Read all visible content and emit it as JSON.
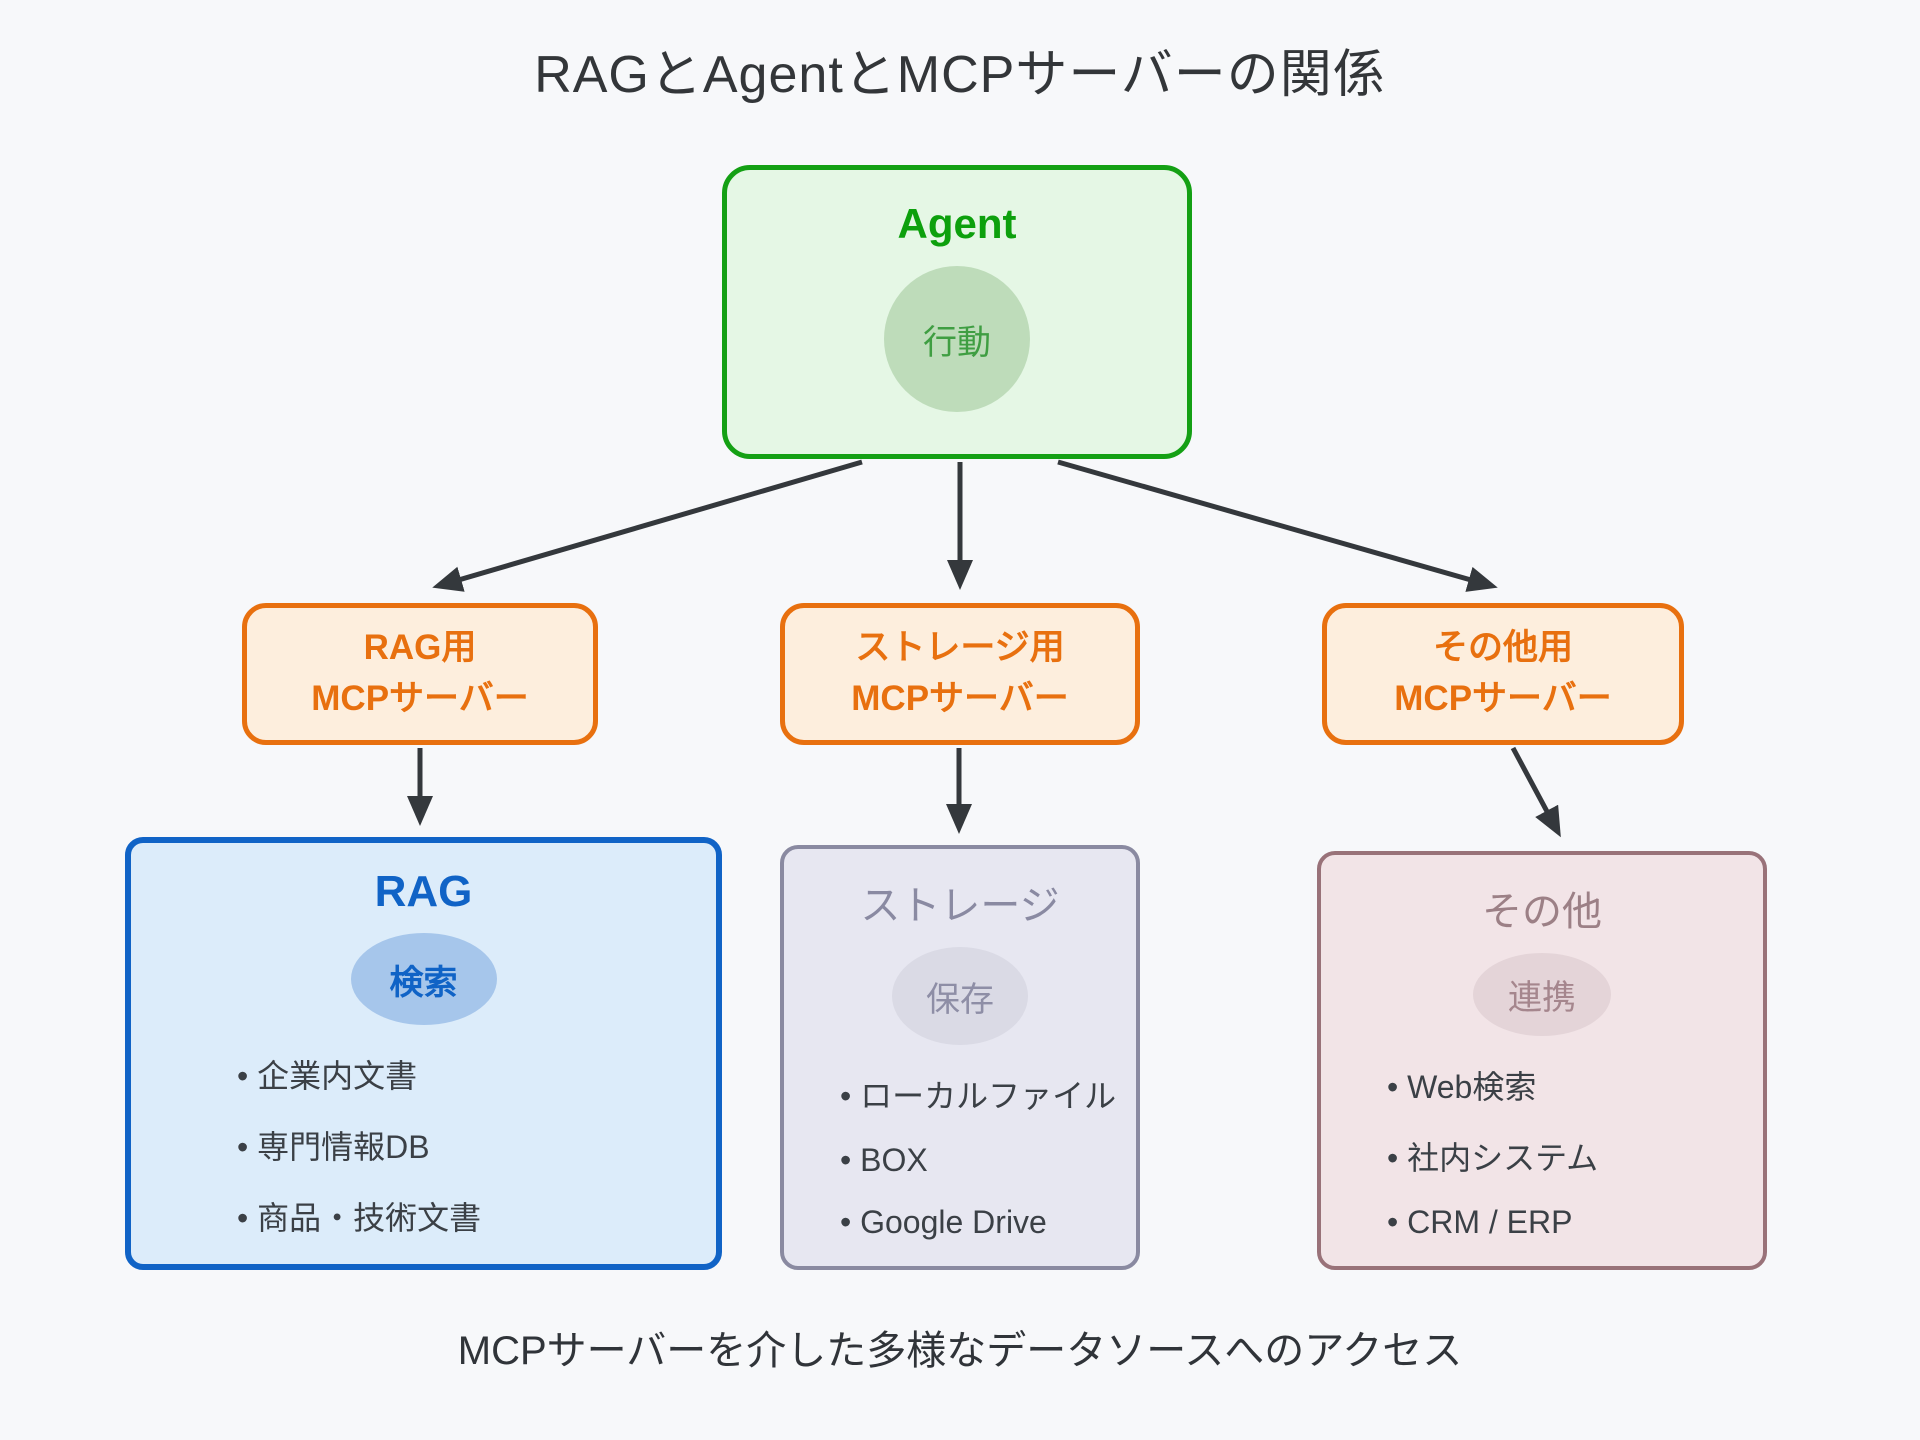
{
  "title": "RAGとAgentとMCPサーバーの関係",
  "caption": "MCPサーバーを介した多様なデータソースへのアクセス",
  "agent": {
    "label": "Agent",
    "badge": "行動"
  },
  "servers": [
    {
      "lines": [
        "RAG用",
        "MCPサーバー"
      ]
    },
    {
      "lines": [
        "ストレージ用",
        "MCPサーバー"
      ]
    },
    {
      "lines": [
        "その他用",
        "MCPサーバー"
      ]
    }
  ],
  "sources": [
    {
      "title": "RAG",
      "badge": "検索",
      "items": [
        "企業内文書",
        "専門情報DB",
        "商品・技術文書"
      ]
    },
    {
      "title": "ストレージ",
      "badge": "保存",
      "items": [
        "ローカルファイル",
        "BOX",
        "Google Drive"
      ]
    },
    {
      "title": "その他",
      "badge": "連携",
      "items": [
        "Web検索",
        "社内システム",
        "CRM / ERP"
      ]
    }
  ],
  "colors": {
    "background": "#f7f8fa",
    "arrow": "#34383c",
    "agent_border": "#14a014",
    "agent_fill": "#e5f7e5",
    "agent_circle": "#bedcba",
    "server_accent": "#e8700f",
    "server_fill": "#fdeedd",
    "rag_accent": "#1063c6",
    "rag_fill": "#dcecfa",
    "rag_circle": "#a6c6eb",
    "storage_accent": "#8a8aa1",
    "storage_fill": "#e7e7f1",
    "storage_circle": "#dadae5",
    "other_accent": "#997279",
    "other_fill": "#f2e4e7",
    "other_circle": "#e4d4d8",
    "text": "#333639"
  }
}
